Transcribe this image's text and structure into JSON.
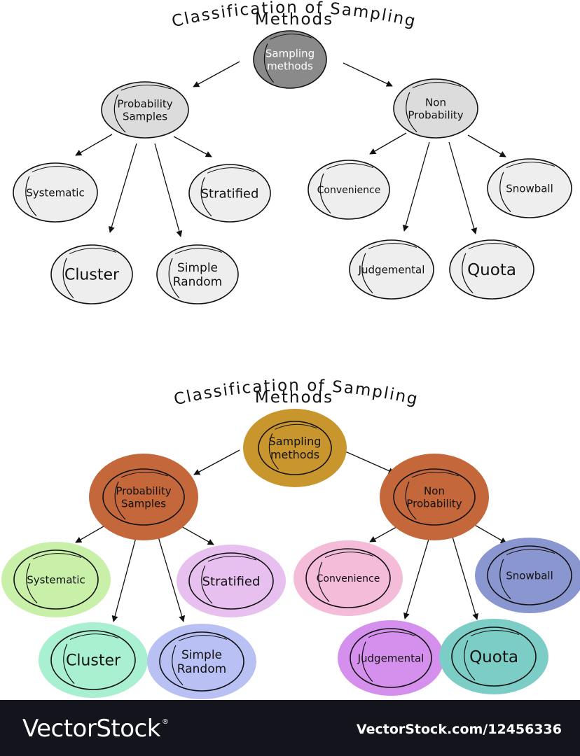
{
  "diagrams": [
    {
      "title_line1": "Classification of Sampling",
      "title_line2": "Methods",
      "nodes": {
        "root": {
          "lines": [
            "Sampling",
            "methods"
          ],
          "fill": "#8a8a8a",
          "text_color": "#ffffff"
        },
        "probability": {
          "lines": [
            "Probability",
            "Samples"
          ],
          "fill": "#dcdcdc",
          "text_color": "#111111"
        },
        "non_probability": {
          "lines": [
            "Non",
            "Probability"
          ],
          "fill": "#dcdcdc",
          "text_color": "#111111"
        },
        "systematic": {
          "lines": [
            "Systematic"
          ],
          "fill": "#eeeeee",
          "text_color": "#111111"
        },
        "stratified": {
          "lines": [
            "Stratified"
          ],
          "fill": "#eeeeee",
          "text_color": "#111111"
        },
        "cluster": {
          "lines": [
            "Cluster"
          ],
          "fill": "#eeeeee",
          "text_color": "#111111"
        },
        "simple_random": {
          "lines": [
            "Simple",
            "Random"
          ],
          "fill": "#eeeeee",
          "text_color": "#111111"
        },
        "convenience": {
          "lines": [
            "Convenience"
          ],
          "fill": "#eeeeee",
          "text_color": "#111111"
        },
        "snowball": {
          "lines": [
            "Snowball"
          ],
          "fill": "#eeeeee",
          "text_color": "#111111"
        },
        "judgemental": {
          "lines": [
            "Judgemental"
          ],
          "fill": "#eeeeee",
          "text_color": "#111111"
        },
        "quota": {
          "lines": [
            "Quota"
          ],
          "fill": "#eeeeee",
          "text_color": "#111111"
        }
      }
    },
    {
      "title_line1": "Classification of Sampling",
      "title_line2": "Methods",
      "nodes": {
        "root": {
          "lines": [
            "Sampling",
            "methods"
          ],
          "fill": "#c9962e",
          "text_color": "#111111"
        },
        "probability": {
          "lines": [
            "Probability",
            "Samples"
          ],
          "fill": "#c4673a",
          "text_color": "#111111"
        },
        "non_probability": {
          "lines": [
            "Non",
            "Probability"
          ],
          "fill": "#c4673a",
          "text_color": "#111111"
        },
        "systematic": {
          "lines": [
            "Systematic"
          ],
          "fill": "#c8f0a8",
          "text_color": "#111111"
        },
        "stratified": {
          "lines": [
            "Stratified"
          ],
          "fill": "#e8c0f0",
          "text_color": "#111111"
        },
        "cluster": {
          "lines": [
            "Cluster"
          ],
          "fill": "#a8f0d0",
          "text_color": "#111111"
        },
        "simple_random": {
          "lines": [
            "Simple",
            "Random"
          ],
          "fill": "#b8c0f4",
          "text_color": "#111111"
        },
        "convenience": {
          "lines": [
            "Convenience"
          ],
          "fill": "#f4bcd8",
          "text_color": "#111111"
        },
        "snowball": {
          "lines": [
            "Snowball"
          ],
          "fill": "#8a96d0",
          "text_color": "#111111"
        },
        "judgemental": {
          "lines": [
            "Judgemental"
          ],
          "fill": "#d490ec",
          "text_color": "#111111"
        },
        "quota": {
          "lines": [
            "Quota"
          ],
          "fill": "#7ccdc6",
          "text_color": "#111111"
        }
      }
    }
  ],
  "footer": {
    "logo": "VectorStock",
    "trademark": "®",
    "url": "VectorStock.com/12456336"
  }
}
